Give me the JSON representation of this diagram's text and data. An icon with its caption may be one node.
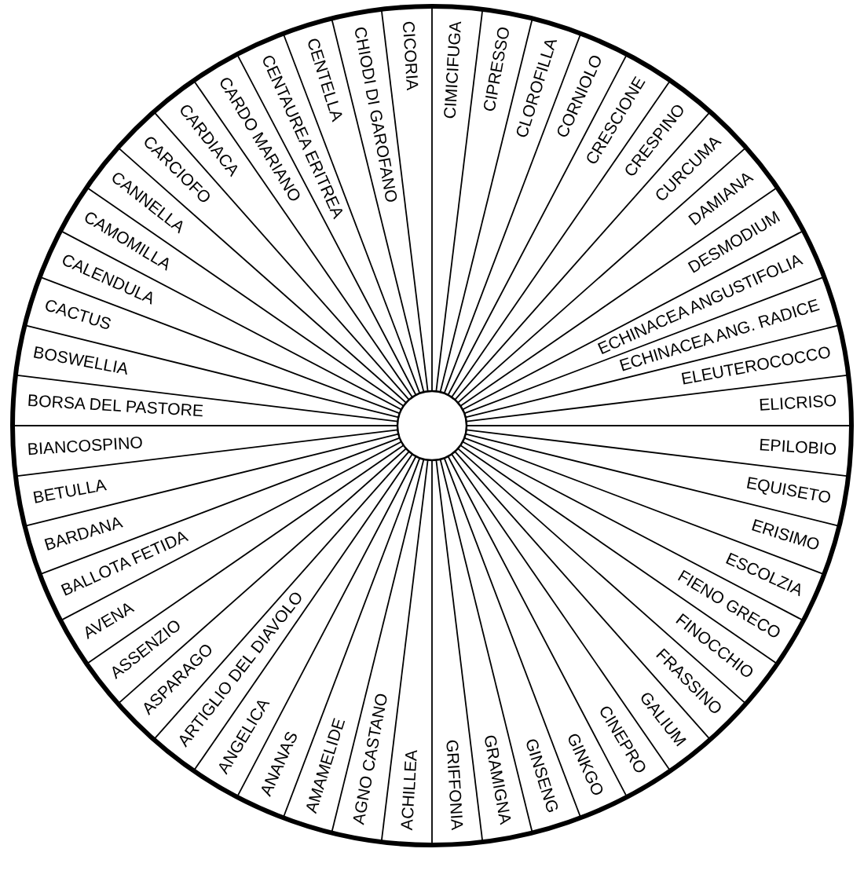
{
  "diagram": {
    "nodes": [
      {
        "text": [
          "ACHILLEA"
        ]
      },
      {
        "text": [
          "AGNO CASTANO"
        ]
      },
      {
        "text": [
          "AMAMELIDE"
        ]
      },
      {
        "text": [
          "ANANAS"
        ]
      },
      {
        "text": [
          "ANGELICA"
        ]
      },
      {
        "text": [
          "ARTIGLIO DEL DIAVOLO"
        ]
      },
      {
        "text": [
          "ASPARAGO"
        ]
      },
      {
        "text": [
          "ASSENZIO"
        ]
      },
      {
        "text": [
          "AVENA"
        ]
      },
      {
        "text": [
          "BALLOTA FETIDA"
        ]
      },
      {
        "text": [
          "BARDANA"
        ]
      },
      {
        "text": [
          "BETULLA"
        ]
      },
      {
        "text": [
          "BIANCOSPINO"
        ]
      },
      {
        "text": [
          "BORSA DEL PASTORE"
        ]
      },
      {
        "text": [
          "BOSWELLIA"
        ]
      },
      {
        "text": [
          "CACTUS"
        ]
      },
      {
        "text": [
          "CALENDULA"
        ]
      },
      {
        "text": [
          "CAMOMILLA"
        ]
      },
      {
        "text": [
          "CANNELLA"
        ]
      },
      {
        "text": [
          "CARCIOFO"
        ]
      },
      {
        "text": [
          "CARDIACA"
        ]
      },
      {
        "text": [
          "CARDO MARIANO"
        ]
      },
      {
        "text": [
          "CENTAUREA ERITREA"
        ]
      },
      {
        "text": [
          "CENTELLA"
        ]
      },
      {
        "text": [
          "CHIODI DI GAROFANO"
        ]
      },
      {
        "text": [
          "CICORIA"
        ]
      },
      {
        "text": [
          "CIMICIFUGA"
        ]
      },
      {
        "text": [
          "CIPRESSO"
        ]
      },
      {
        "text": [
          "CLOROFILLA"
        ]
      },
      {
        "text": [
          "CORNIOLO"
        ]
      },
      {
        "text": [
          "CRESCIONE"
        ]
      },
      {
        "text": [
          "CRESPINO"
        ]
      },
      {
        "text": [
          "CURCUMA"
        ]
      },
      {
        "text": [
          "DAMIANA"
        ]
      },
      {
        "text": [
          "DESMODIUM"
        ]
      },
      {
        "text": [
          "ECHINACEA ANGUSTIFOLIA"
        ]
      },
      {
        "text": [
          "ECHINACEA ANG. RADICE"
        ]
      },
      {
        "text": [
          "ELEUTEROCOCCO"
        ]
      },
      {
        "text": [
          "ELICRISO"
        ]
      },
      {
        "text": [
          "EPILOBIO"
        ]
      },
      {
        "text": [
          "EQUISETO"
        ]
      },
      {
        "text": [
          "ERISIMO"
        ]
      },
      {
        "text": [
          "ESCOLZIA"
        ]
      },
      {
        "text": [
          "FIENO GRECO"
        ]
      },
      {
        "text": [
          "FINOCCHIO"
        ]
      },
      {
        "text": [
          "FRASSINO"
        ]
      },
      {
        "text": [
          "GALIUM"
        ]
      },
      {
        "text": [
          "CINEPRO"
        ]
      },
      {
        "text": [
          "GINKGO"
        ]
      },
      {
        "text": [
          "GINSENG"
        ]
      },
      {
        "text": [
          "GRAMIGNA"
        ]
      },
      {
        "text": [
          "GRIFFONIA"
        ]
      }
    ]
  }
}
